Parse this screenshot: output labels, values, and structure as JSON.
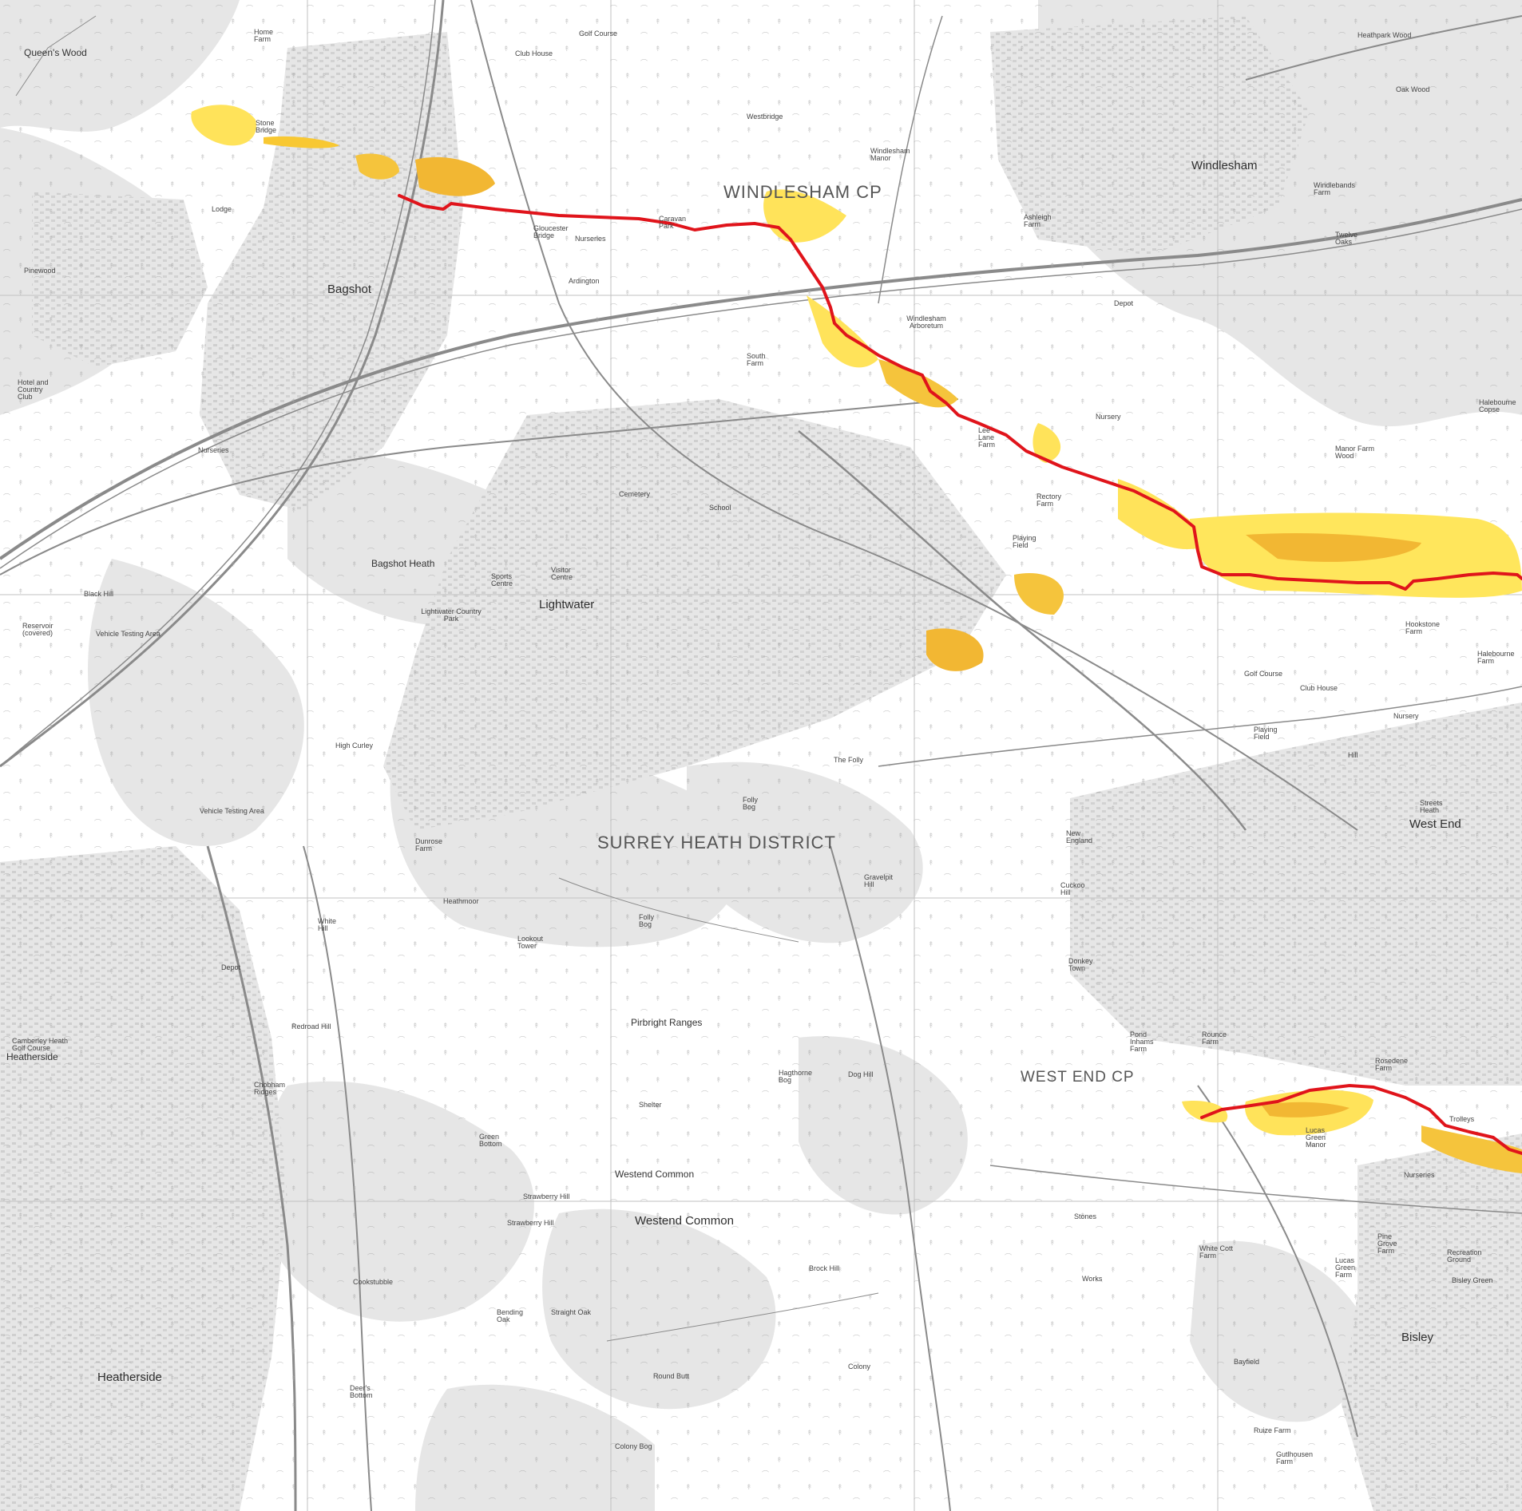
{
  "map": {
    "colors": {
      "background": "#ffffff",
      "urban": "#e3e3e3",
      "heath": "#e8e8e8",
      "roads": "#9a9a9a",
      "grid": "#bdbdbd",
      "route": "#e0141b",
      "flood_high": "#f2b733",
      "flood_low": "#ffe65c"
    },
    "admin_areas": {
      "windlesham": "WINDLESHAM CP",
      "surrey_heath": "SURREY HEATH DISTRICT",
      "west_end": "WEST END CP"
    },
    "places": {
      "queens_wood": "Queen's Wood",
      "bagshot": "Bagshot",
      "windlesham": "Windlesham",
      "lightwater": "Lightwater",
      "bagshot_heath": "Bagshot Heath",
      "lightwater_country_park": "Lightwater Country Park",
      "west_end": "West End",
      "pirbright_ranges": "Pirbright Ranges",
      "westend_common_1": "Westend Common",
      "westend_common_2": "Westend Common",
      "heatherside_1": "Heatherside",
      "heatherside_2": "Heatherside",
      "bisley": "Bisley",
      "vehicle_testing_area": "Vehicle Testing Area",
      "windlesham_arboretum": "Windlesham Arboretum"
    },
    "small_labels": {
      "golf_course": "Golf Course",
      "club_house": "Club House",
      "stone_bridge": "Stone Bridge",
      "home_farm": "Home Farm",
      "gloucester_bridge": "Gloucester Bridge",
      "nurseries": "Nurseries",
      "caravan_park": "Caravan Park",
      "windlesham_manor": "Windlesham Manor",
      "ashleigh_farm": "Ashleigh Farm",
      "heathpark_wood": "Heathpark Wood",
      "oak_wood": "Oak Wood",
      "windlebands_farm": "Windlebands Farm",
      "twelve_oaks": "Twelve Oaks",
      "depot": "Depot",
      "nursery": "Nursery",
      "lee_lane_farm": "Lee Lane Farm",
      "rectory_farm": "Rectory Farm",
      "manor_farm_wood": "Manor Farm Wood",
      "hookstone_farm": "Hookstone Farm",
      "golf_course_2": "Golf Course",
      "club_house_2": "Club House",
      "playing_field": "Playing Field",
      "school": "School",
      "sports_centre": "Sports Centre",
      "visitor_centre": "Visitor Centre",
      "the_folly": "The Folly",
      "folly_bog": "Folly Bog",
      "dunrose_farm": "Dunrose Farm",
      "high_curley": "High Curley",
      "heathmoor": "Heathmoor",
      "white_hill": "White Hill",
      "lookout_tower": "Lookout Tower",
      "folly_bog_2": "Folly Bog",
      "redroad_hill": "Redroad Hill",
      "chobham_ridges": "Chobham Ridges",
      "camberley_heath_golf_course": "Camberley Heath Golf Course",
      "hagthorne_bog": "Hagthorne Bog",
      "dog_hill": "Dog Hill",
      "shelter": "Shelter",
      "strawberry_hill": "Strawberry Hill",
      "brock_hill": "Brock Hill",
      "bending_oak": "Bending Oak",
      "straight_oak": "Straight Oak",
      "round_butt": "Round Butt",
      "colony_bog": "Colony Bog",
      "colony": "Colony",
      "new_england": "New England",
      "cuckoo_hill": "Cuckoo Hill",
      "gravelpit_hill": "Gravelpit Hill",
      "donkey_town": "Donkey Town",
      "pond_inhams_farm": "Pond Inhams Farm",
      "rounce_farm": "Rounce Farm",
      "rosedene_farm": "Rosedene Farm",
      "lucas_green_manor": "Lucas Green Manor",
      "nurseries_2": "Nurseries",
      "lucas_green_farm": "Lucas Green Farm",
      "white_cott_farm": "White Cott Farm",
      "pine_grove_farm": "Pine Grove Farm",
      "recreation_ground": "Recreation Ground",
      "bisley_green": "Bisley Green",
      "bayfield": "Bayfield",
      "ruize_farm": "Ruize Farm",
      "gutlhousen_farm": "Gutlhousen Farm",
      "works": "Works",
      "stones": "Stones",
      "hotel_country_club": "Hotel and Country Club",
      "pinewood": "Pinewood",
      "lodge": "Lodge",
      "nurseries_3": "Nurseries",
      "black_hill": "Black Hill",
      "reservoir": "Reservoir (covered)",
      "vehicle_testing_area_2": "Vehicle Testing Area",
      "depot_2": "Depot",
      "halebourne_copse": "Halebourne Copse",
      "halebourne_farm": "Halebourne Farm",
      "strens_heath": "Streets Heath",
      "playing_field_2": "Playing Field",
      "nursery_2": "Nursery",
      "hill": "Hill",
      "westbridge": "Westbridge",
      "south_farm": "South Farm",
      "ardington": "Ardington",
      "cemetery": "Cemetery",
      "trolleys": "Trolleys",
      "dennis_bottom": "Deer's Bottom",
      "green_bottom": "Green Bottom",
      "strawberry_hill_2": "Strawberry Hill",
      "cook_bottom": "Cookstubble"
    }
  }
}
